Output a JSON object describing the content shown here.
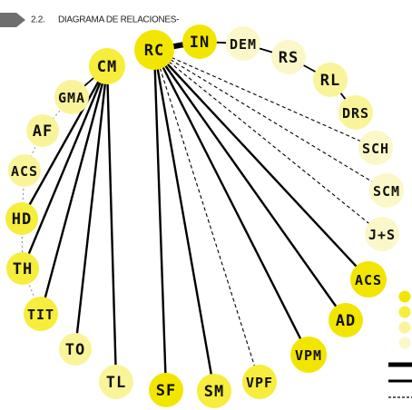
{
  "heading": {
    "number": "2.2.",
    "title": "DIAGRAMA DE RELACIONES-"
  },
  "colors": {
    "strong": "#f2e600",
    "medium": "#f6ed3c",
    "light": "#f9f49a",
    "faint": "#fbf7c8",
    "line": "#000000",
    "arrow": "#6e6e6e"
  },
  "nodes": [
    {
      "id": "RC",
      "label": "RC",
      "tone": "strong"
    },
    {
      "id": "IN",
      "label": "IN",
      "tone": "strong"
    },
    {
      "id": "DEM",
      "label": "DEM",
      "tone": "faint"
    },
    {
      "id": "RS",
      "label": "RS",
      "tone": "faint"
    },
    {
      "id": "RL",
      "label": "RL",
      "tone": "light"
    },
    {
      "id": "DRS",
      "label": "DRS",
      "tone": "light"
    },
    {
      "id": "SCH",
      "label": "SCH",
      "tone": "faint"
    },
    {
      "id": "SCM",
      "label": "SCM",
      "tone": "faint"
    },
    {
      "id": "J+S",
      "label": "J+S",
      "tone": "faint"
    },
    {
      "id": "ACS2",
      "label": "ACS",
      "tone": "strong"
    },
    {
      "id": "AD",
      "label": "AD",
      "tone": "strong"
    },
    {
      "id": "VPM",
      "label": "VPM",
      "tone": "strong"
    },
    {
      "id": "VPF",
      "label": "VPF",
      "tone": "medium"
    },
    {
      "id": "SM",
      "label": "SM",
      "tone": "medium"
    },
    {
      "id": "SF",
      "label": "SF",
      "tone": "strong"
    },
    {
      "id": "TL",
      "label": "TL",
      "tone": "light"
    },
    {
      "id": "TO",
      "label": "TO",
      "tone": "light"
    },
    {
      "id": "TIT",
      "label": "TIT",
      "tone": "medium"
    },
    {
      "id": "TH",
      "label": "TH",
      "tone": "medium"
    },
    {
      "id": "HD",
      "label": "HD",
      "tone": "medium"
    },
    {
      "id": "ACS1",
      "label": "ACS",
      "tone": "light"
    },
    {
      "id": "AF",
      "label": "AF",
      "tone": "light"
    },
    {
      "id": "GMA",
      "label": "GMA",
      "tone": "light"
    },
    {
      "id": "CM",
      "label": "CM",
      "tone": "medium"
    }
  ],
  "edges": [
    {
      "from": "RC",
      "to": "IN",
      "style": "thick"
    },
    {
      "from": "IN",
      "to": "DEM",
      "style": "thin"
    },
    {
      "from": "DEM",
      "to": "RS",
      "style": "thin"
    },
    {
      "from": "RS",
      "to": "RL",
      "style": "thin"
    },
    {
      "from": "RL",
      "to": "DRS",
      "style": "thin"
    },
    {
      "from": "RC",
      "to": "SCH",
      "style": "dashed"
    },
    {
      "from": "RC",
      "to": "SCM",
      "style": "dashed"
    },
    {
      "from": "RC",
      "to": "J+S",
      "style": "dashed"
    },
    {
      "from": "RC",
      "to": "ACS2",
      "style": "solid"
    },
    {
      "from": "RC",
      "to": "AD",
      "style": "solid"
    },
    {
      "from": "RC",
      "to": "VPM",
      "style": "solid"
    },
    {
      "from": "RC",
      "to": "VPF",
      "style": "dashed"
    },
    {
      "from": "RC",
      "to": "SM",
      "style": "solid"
    },
    {
      "from": "RC",
      "to": "SF",
      "style": "solid"
    },
    {
      "from": "CM",
      "to": "GMA",
      "style": "thin"
    },
    {
      "from": "CM",
      "to": "HD",
      "style": "solid"
    },
    {
      "from": "CM",
      "to": "TH",
      "style": "solid"
    },
    {
      "from": "CM",
      "to": "TIT",
      "style": "solid"
    },
    {
      "from": "CM",
      "to": "TO",
      "style": "solid"
    },
    {
      "from": "CM",
      "to": "TL",
      "style": "solid"
    }
  ],
  "dotted_ring": [
    "GMA-AF",
    "AF-ACS1",
    "ACS1-HD",
    "HD-TH",
    "TH-TIT"
  ],
  "legend": {
    "swatches": [
      "strong",
      "medium",
      "light",
      "faint"
    ],
    "line_styles": [
      "thick",
      "solid",
      "dashed"
    ]
  }
}
